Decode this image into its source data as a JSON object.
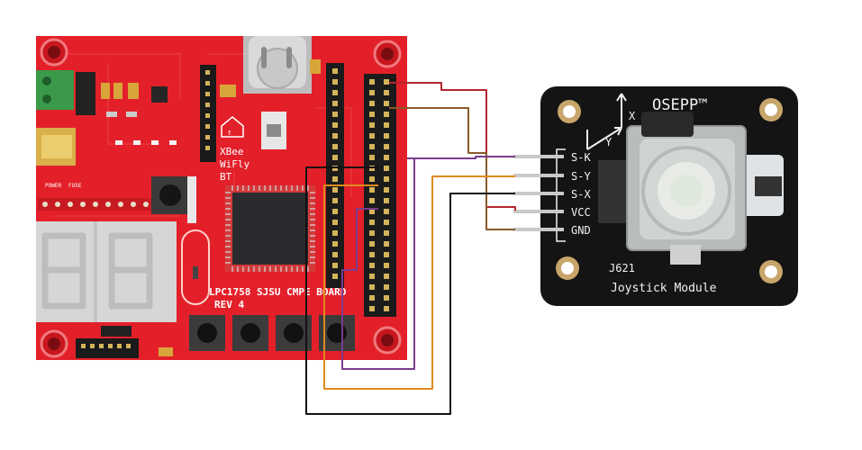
{
  "mcu_board": {
    "name_line1": "LPC1758 SJSU CMPE BOARD",
    "name_line2": "REV 4",
    "xbee_line1": "XBee",
    "xbee_line2": "WiFly",
    "xbee_line3": "BT",
    "power_label": "POWER",
    "fuse_label": "FUSE",
    "color": "#e8232b"
  },
  "joystick_module": {
    "brand": "OSEPP™",
    "title": "Joystick Module",
    "part": "J621",
    "axis_x": "X",
    "axis_y": "Y",
    "pins": [
      "S-K",
      "S-Y",
      "S-X",
      "VCC",
      "GND"
    ],
    "color": "#141414"
  },
  "wires": [
    {
      "color": "#b5262f"
    },
    {
      "color": "#8b5a2b"
    },
    {
      "color": "#7a3c8e"
    },
    {
      "color": "#e08a1e"
    },
    {
      "color": "#111111"
    }
  ]
}
